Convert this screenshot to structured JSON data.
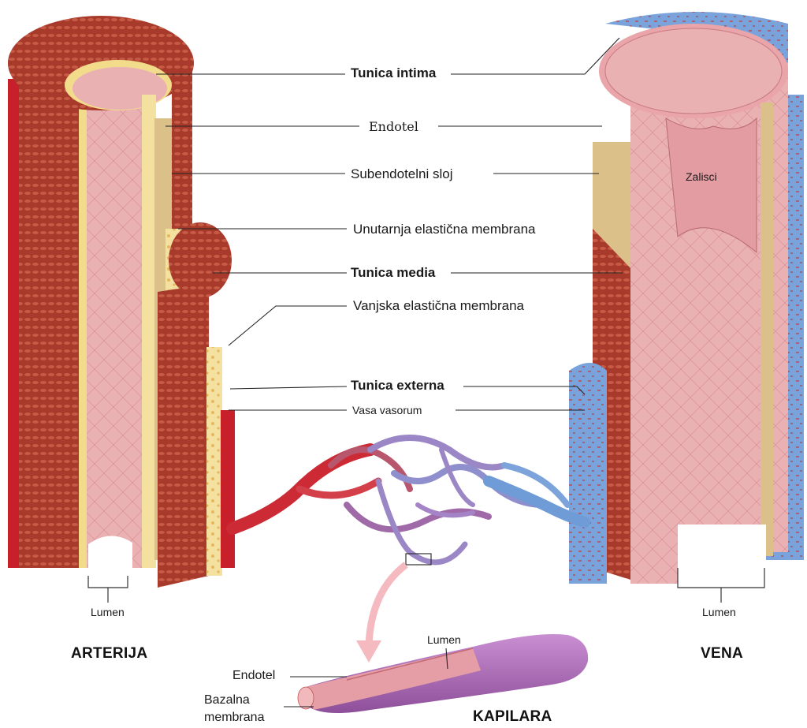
{
  "labels": {
    "tunica_intima": "Tunica intima",
    "endotel": "Endotel",
    "subendotelni_sloj": "Subendotelni sloj",
    "unutarnja_elasticna": "Unutarnja elastična membrana",
    "tunica_media": "Tunica media",
    "vanjska_elasticna": "Vanjska elastična membrana",
    "tunica_externa": "Tunica externa",
    "vasa_vasorum": "Vasa vasorum",
    "zalisci": "Zalisci",
    "lumen_arterija": "Lumen",
    "lumen_vena": "Lumen",
    "lumen_kapilara": "Lumen",
    "endotel_kapilara": "Endotel",
    "bazalna": "Bazalna",
    "membrana": "membrana"
  },
  "titles": {
    "arterija": "ARTERIJA",
    "vena": "VENA",
    "kapilara": "KAPILARA"
  },
  "colors": {
    "artery_red": "#c8202a",
    "muscle_brown": "#a8392a",
    "intima_pink": "#e8a3a6",
    "elastic_yellow": "#f2dc8c",
    "subendothelial_tan": "#dcc08a",
    "vein_blue": "#6f9bd6",
    "capillary_purple": "#9b86c6"
  }
}
